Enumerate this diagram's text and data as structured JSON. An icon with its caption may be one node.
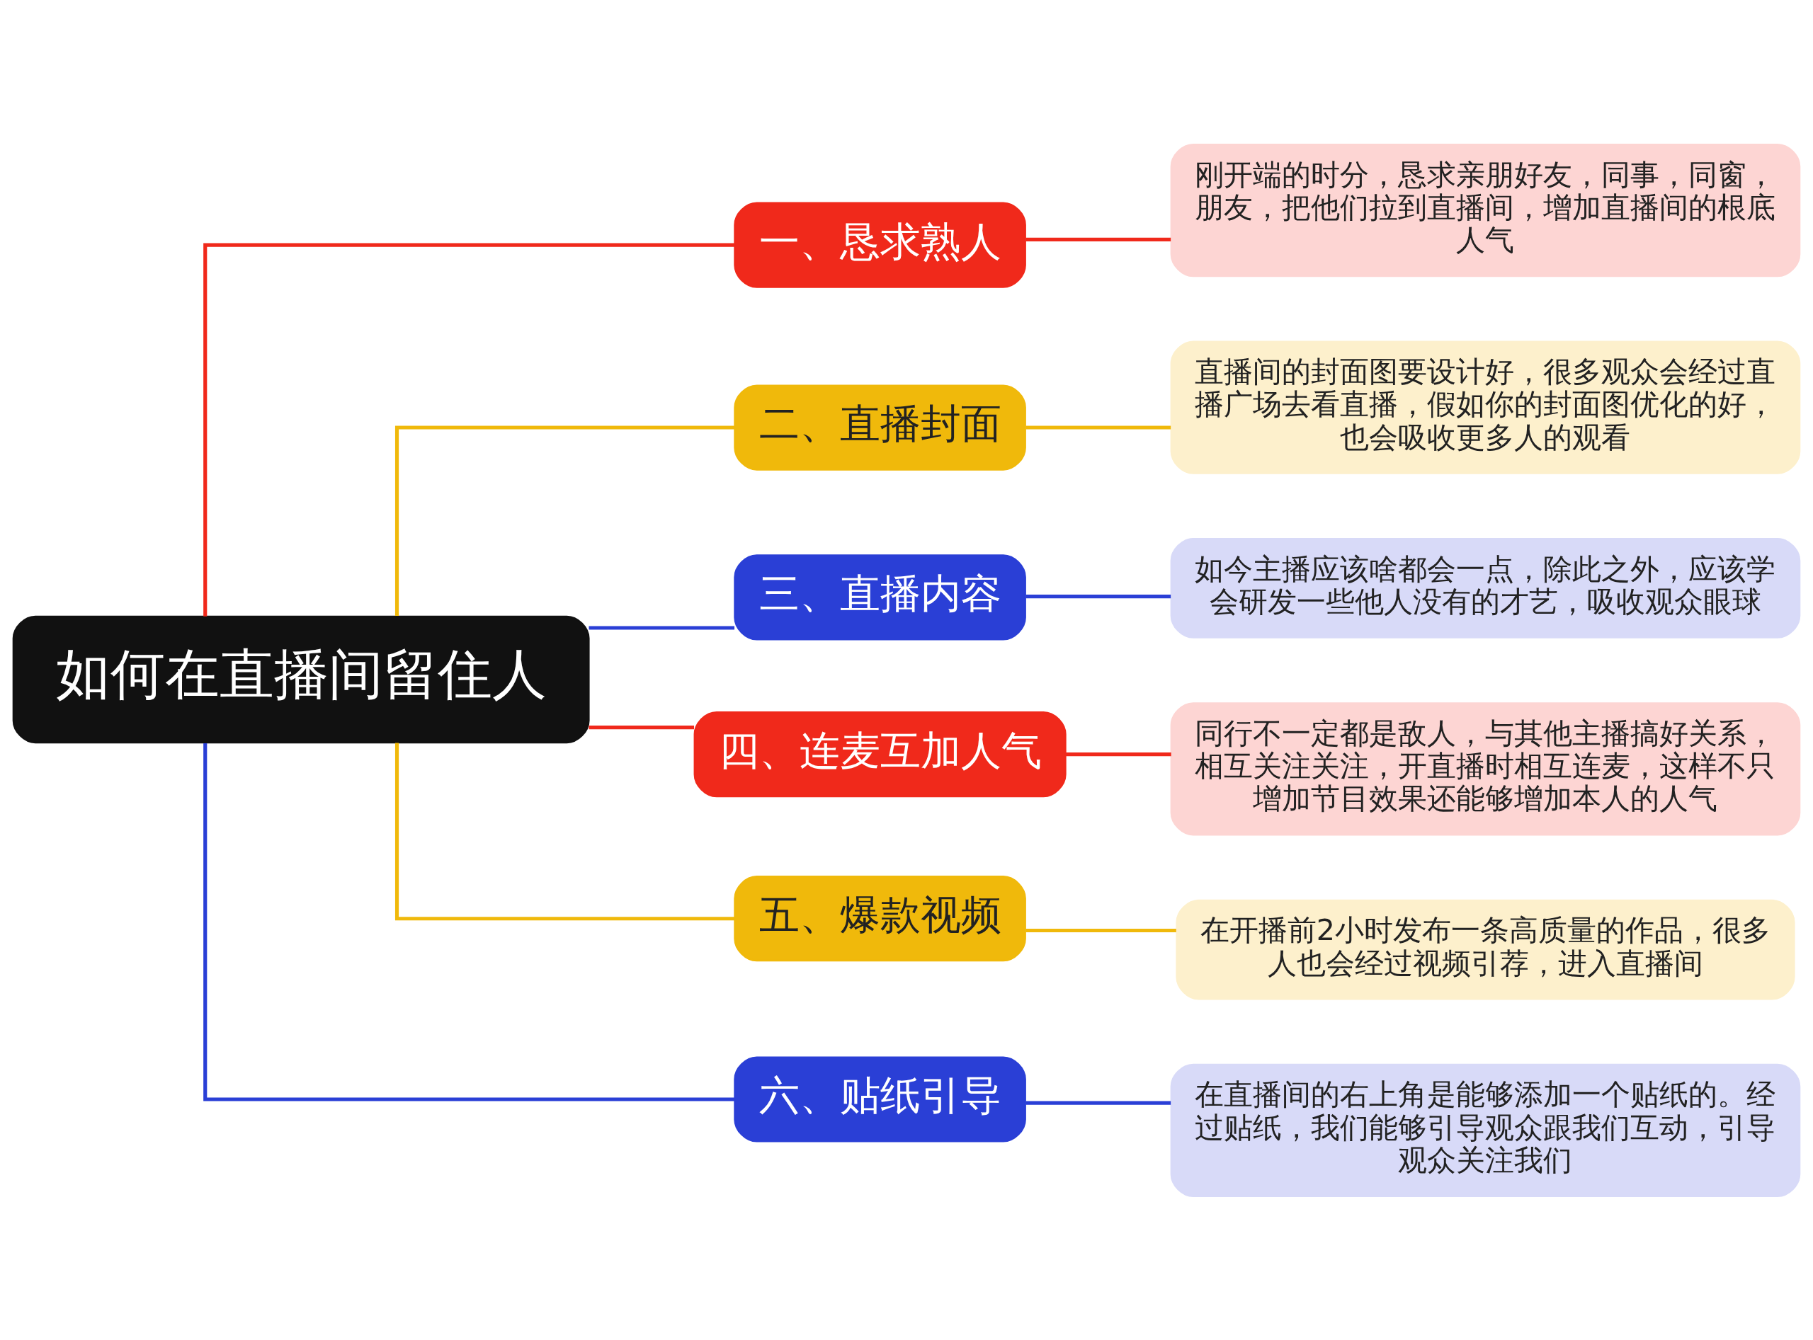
{
  "diagram": {
    "nodes": [
      {
        "text": [
          "如何在直播间留住人"
        ]
      },
      {
        "text": [
          "一、恳求熟人"
        ]
      },
      {
        "text": [
          "刚开端的时分，恳求亲朋好友，同事，同窗，朋友，把他们拉到直播间，增加直播间的根底人气"
        ]
      },
      {
        "text": [
          "二、直播封面"
        ]
      },
      {
        "text": [
          "直播间的封面图要设计好，很多观众会经过直播广场去看直播，假如你的封面图优化的好，也会吸收更多人的观看"
        ]
      },
      {
        "text": [
          "三、直播内容"
        ]
      },
      {
        "text": [
          "如今主播应该啥都会一点，除此之外，应该学会研发一些他人没有的才艺，吸收观众眼球"
        ]
      },
      {
        "text": [
          "四、连麦互加人气"
        ]
      },
      {
        "text": [
          "同行不一定都是敌人，与其他主播搞好关系，相互关注关注，开直播时相互连麦，这样不只增加节目效果还能够增加本人的人气"
        ]
      },
      {
        "text": [
          "五、爆款视频"
        ]
      },
      {
        "text": [
          "在开播前2小时发布一条高质量的作品，很多人也会经过视频引荐，进入直播间"
        ]
      },
      {
        "text": [
          "六、贴纸引导"
        ]
      },
      {
        "text": [
          "在直播间的右上角是能够添加一个贴纸的。经过贴纸，我们能够引导观众跟我们互动，引导观众关注我们"
        ]
      }
    ],
    "edges": [
      {
        "from": 0,
        "to": 1,
        "arrow": "none",
        "color": "#f0291b"
      },
      {
        "from": 1,
        "to": 2,
        "arrow": "none",
        "color": "#f0291b"
      },
      {
        "from": 0,
        "to": 3,
        "arrow": "none",
        "color": "#f0b90b"
      },
      {
        "from": 3,
        "to": 4,
        "arrow": "none",
        "color": "#f0b90b"
      },
      {
        "from": 0,
        "to": 5,
        "arrow": "none",
        "color": "#2a3fd6"
      },
      {
        "from": 5,
        "to": 6,
        "arrow": "none",
        "color": "#2a3fd6"
      },
      {
        "from": 0,
        "to": 7,
        "arrow": "none",
        "color": "#f0291b"
      },
      {
        "from": 7,
        "to": 8,
        "arrow": "none",
        "color": "#f0291b"
      },
      {
        "from": 0,
        "to": 9,
        "arrow": "none",
        "color": "#f0b90b"
      },
      {
        "from": 9,
        "to": 10,
        "arrow": "none",
        "color": "#f0b90b"
      },
      {
        "from": 0,
        "to": 11,
        "arrow": "none",
        "color": "#2a3fd6"
      },
      {
        "from": 11,
        "to": 12,
        "arrow": "none",
        "color": "#2a3fd6"
      }
    ]
  }
}
